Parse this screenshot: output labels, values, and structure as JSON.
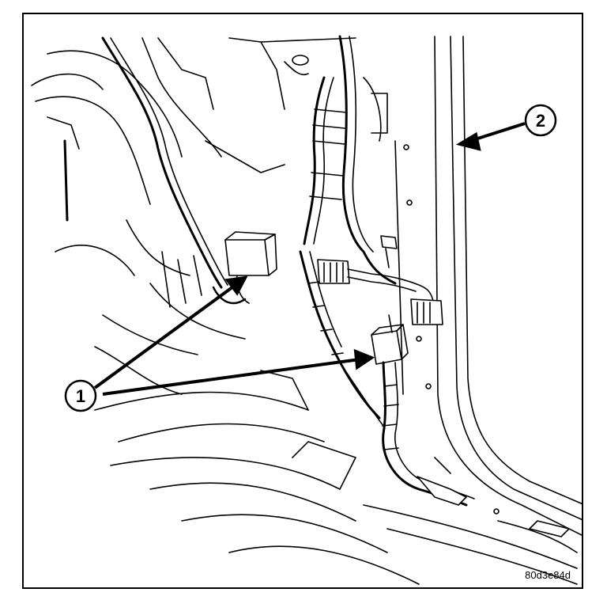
{
  "callouts": [
    {
      "label": "1"
    },
    {
      "label": "2"
    }
  ],
  "figure_code": "80d3e84d",
  "colors": {
    "ink": "#000000",
    "paper": "#ffffff"
  }
}
